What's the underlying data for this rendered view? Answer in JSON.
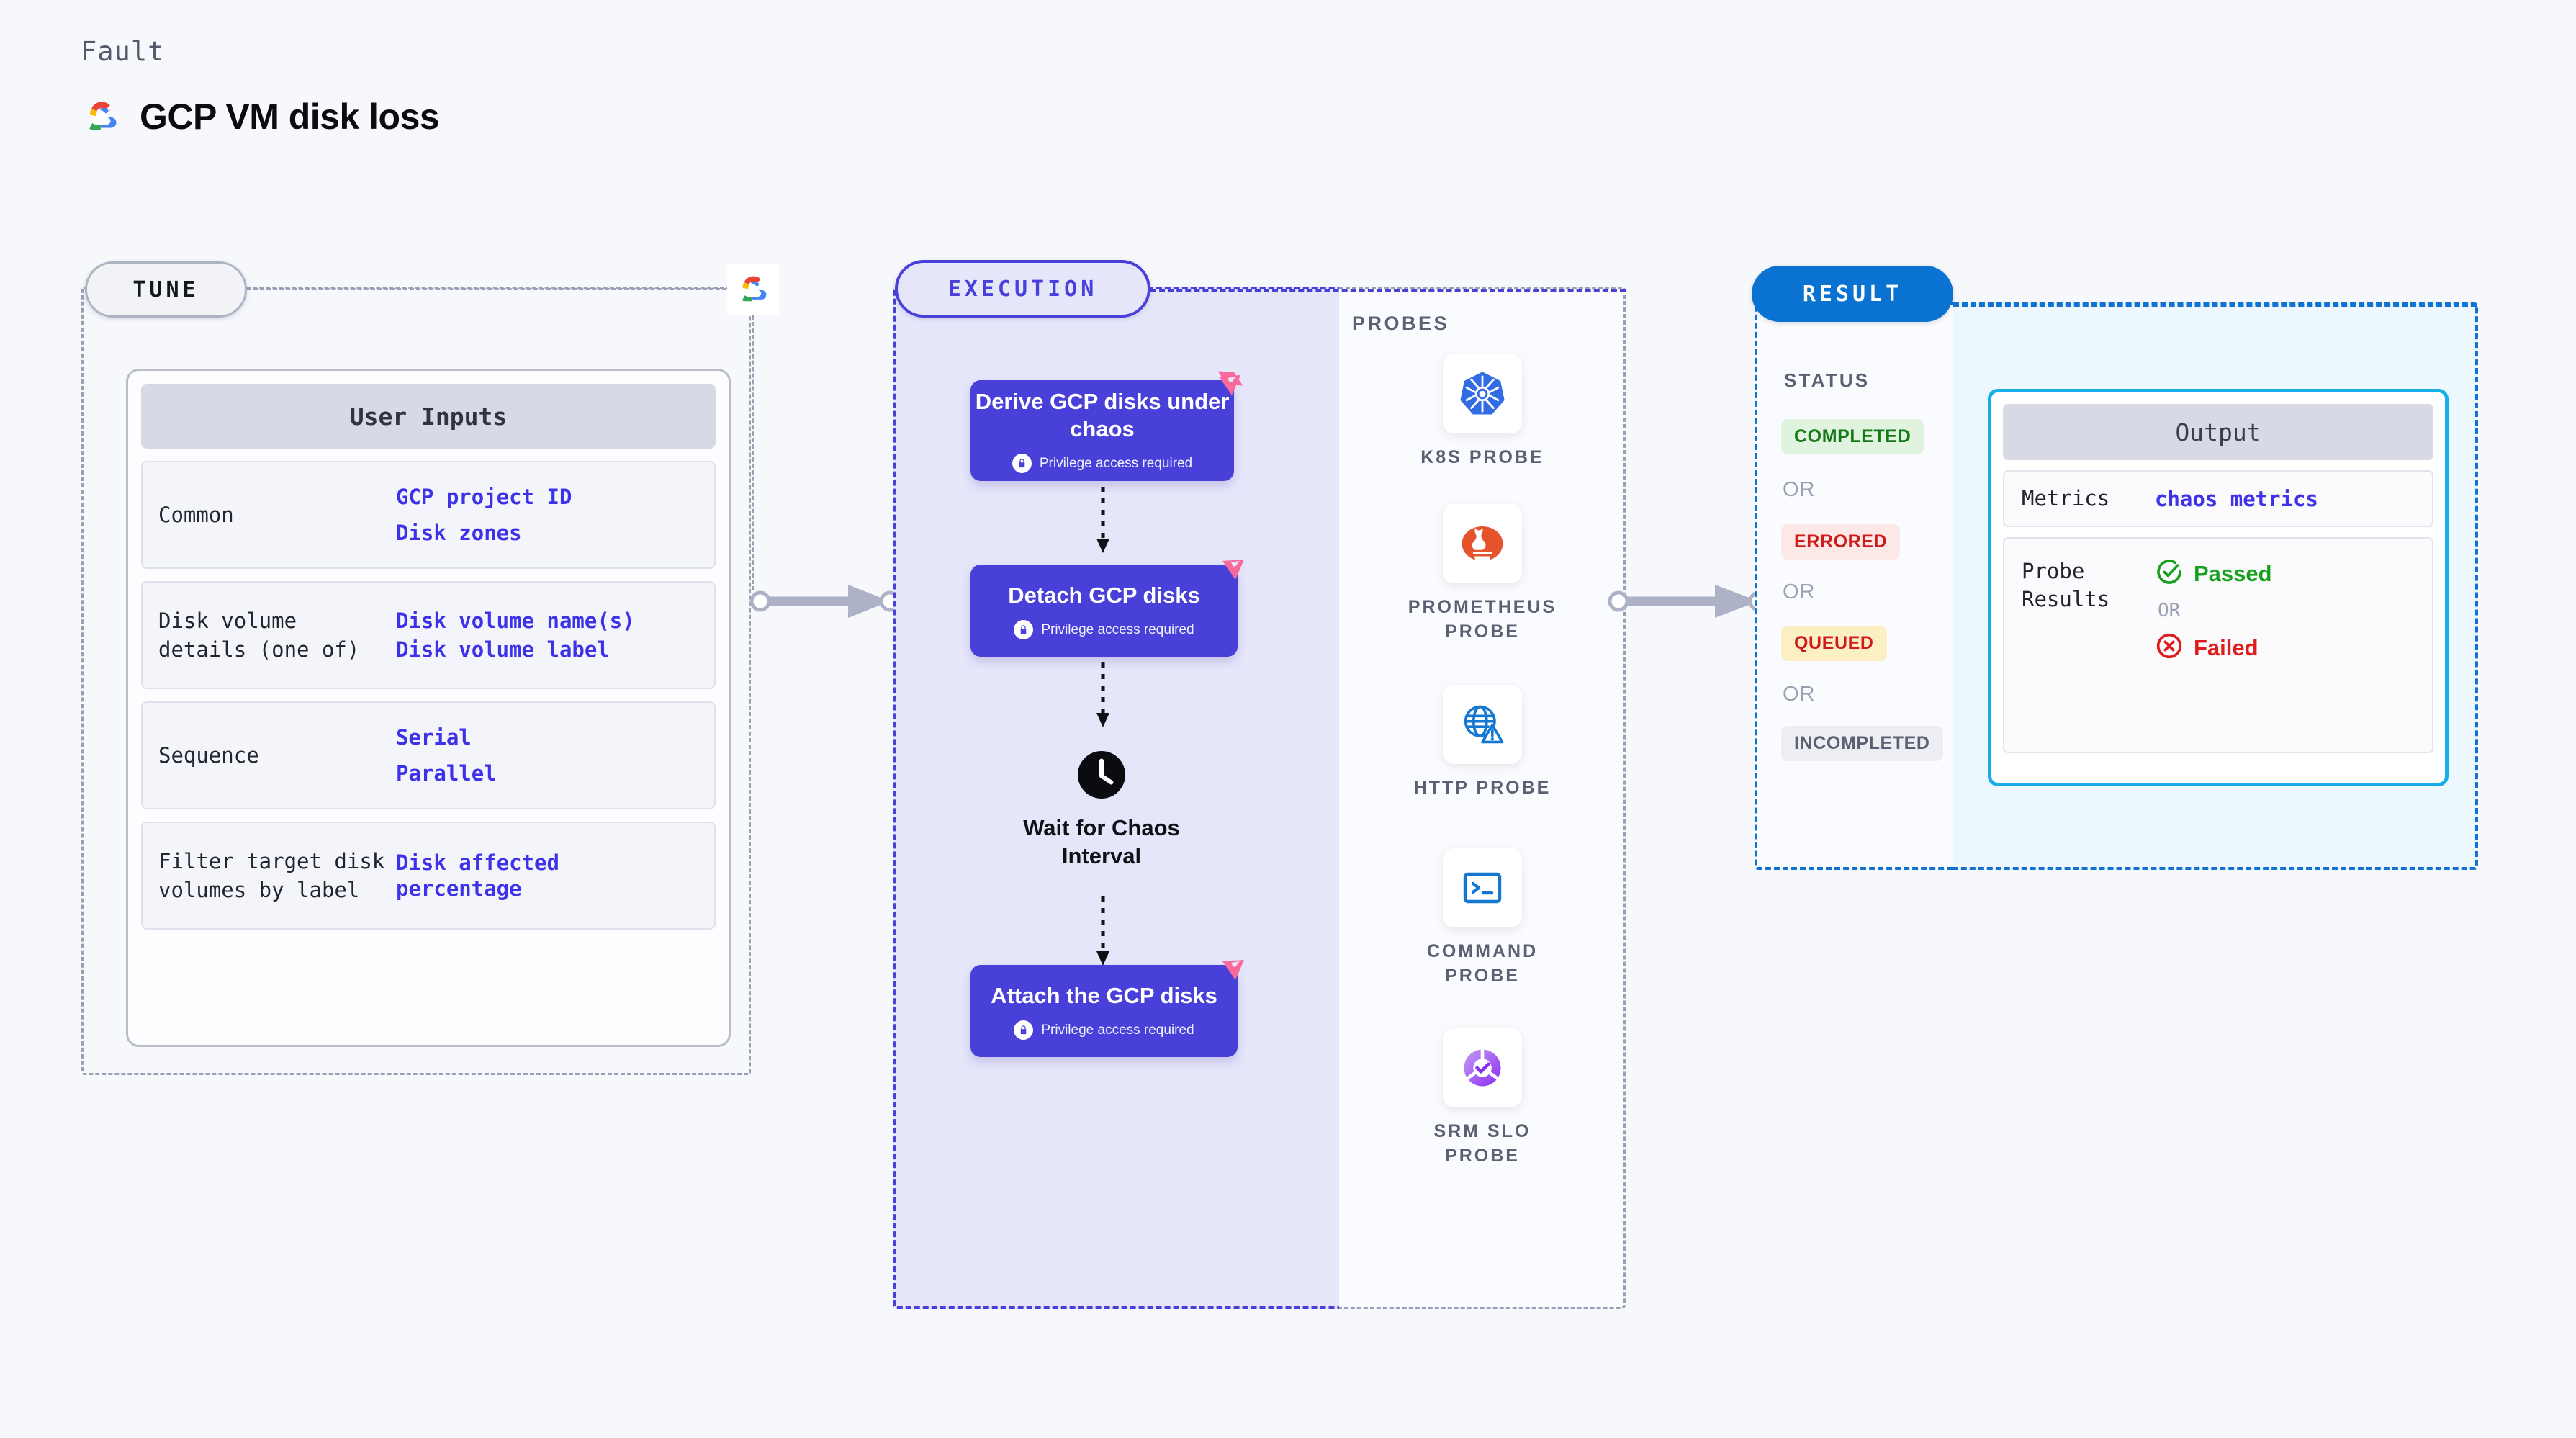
{
  "header": {
    "kicker": "Fault",
    "title": "GCP VM disk loss",
    "logo_icon": "gcp-logo-icon"
  },
  "tune": {
    "pill_label": "TUNE",
    "badge_icon": "gcp-logo-icon",
    "table": {
      "heading": "User Inputs",
      "rows": [
        {
          "key": "Common",
          "values": [
            "GCP project ID",
            "Disk zones"
          ]
        },
        {
          "key": "Disk volume details (one of)",
          "values": [
            "Disk volume name(s)",
            "Disk volume label"
          ]
        },
        {
          "key": "Sequence",
          "values": [
            "Serial",
            "Parallel"
          ]
        },
        {
          "key": "Filter target disk volumes by label",
          "values": [
            "Disk affected percentage"
          ]
        }
      ]
    }
  },
  "execution": {
    "pill_label": "EXECUTION",
    "privilege_note": "Privilege access required",
    "steps": [
      {
        "title": "Derive GCP disks under chaos",
        "privileged": true,
        "badge_icon": "chaos-corner-icon"
      },
      {
        "title": "Detach GCP disks",
        "privileged": true,
        "badge_icon": "chaos-corner-icon"
      },
      {
        "title": "Wait for Chaos Interval",
        "privileged": false,
        "icon": "clock-icon"
      },
      {
        "title": "Attach the GCP disks",
        "privileged": true,
        "badge_icon": "chaos-corner-icon"
      }
    ]
  },
  "probes": {
    "section_label": "PROBES",
    "items": [
      {
        "name": "K8S PROBE",
        "icon": "kubernetes-icon"
      },
      {
        "name": "PROMETHEUS PROBE",
        "icon": "prometheus-icon"
      },
      {
        "name": "HTTP PROBE",
        "icon": "globe-warning-icon"
      },
      {
        "name": "COMMAND PROBE",
        "icon": "terminal-icon"
      },
      {
        "name": "SRM SLO PROBE",
        "icon": "srm-slo-icon"
      }
    ]
  },
  "result": {
    "pill_label": "RESULT",
    "status_label": "STATUS",
    "or_label": "OR",
    "statuses": [
      {
        "label": "COMPLETED",
        "bg": "#dff3df",
        "fg": "#137a17"
      },
      {
        "label": "ERRORED",
        "bg": "#fce8e6",
        "fg": "#cf1b1b"
      },
      {
        "label": "QUEUED",
        "bg": "#fdefc4",
        "fg": "#cf1b1b"
      },
      {
        "label": "INCOMPLETED",
        "bg": "#eceef4",
        "fg": "#5b6172"
      }
    ]
  },
  "output": {
    "heading": "Output",
    "metrics_key": "Metrics",
    "metrics_value": "chaos metrics",
    "probe_results_key": "Probe Results",
    "passed_label": "Passed",
    "failed_label": "Failed",
    "or_label": "OR"
  },
  "colors": {
    "accent_indigo": "#4840d9",
    "accent_blue": "#0a72d0",
    "accent_cyan": "#17aee8",
    "chaos_pink": "#f9699b",
    "pass_green": "#17a01c",
    "fail_red": "#e01b1b",
    "canvas": "#f7f8fc"
  }
}
